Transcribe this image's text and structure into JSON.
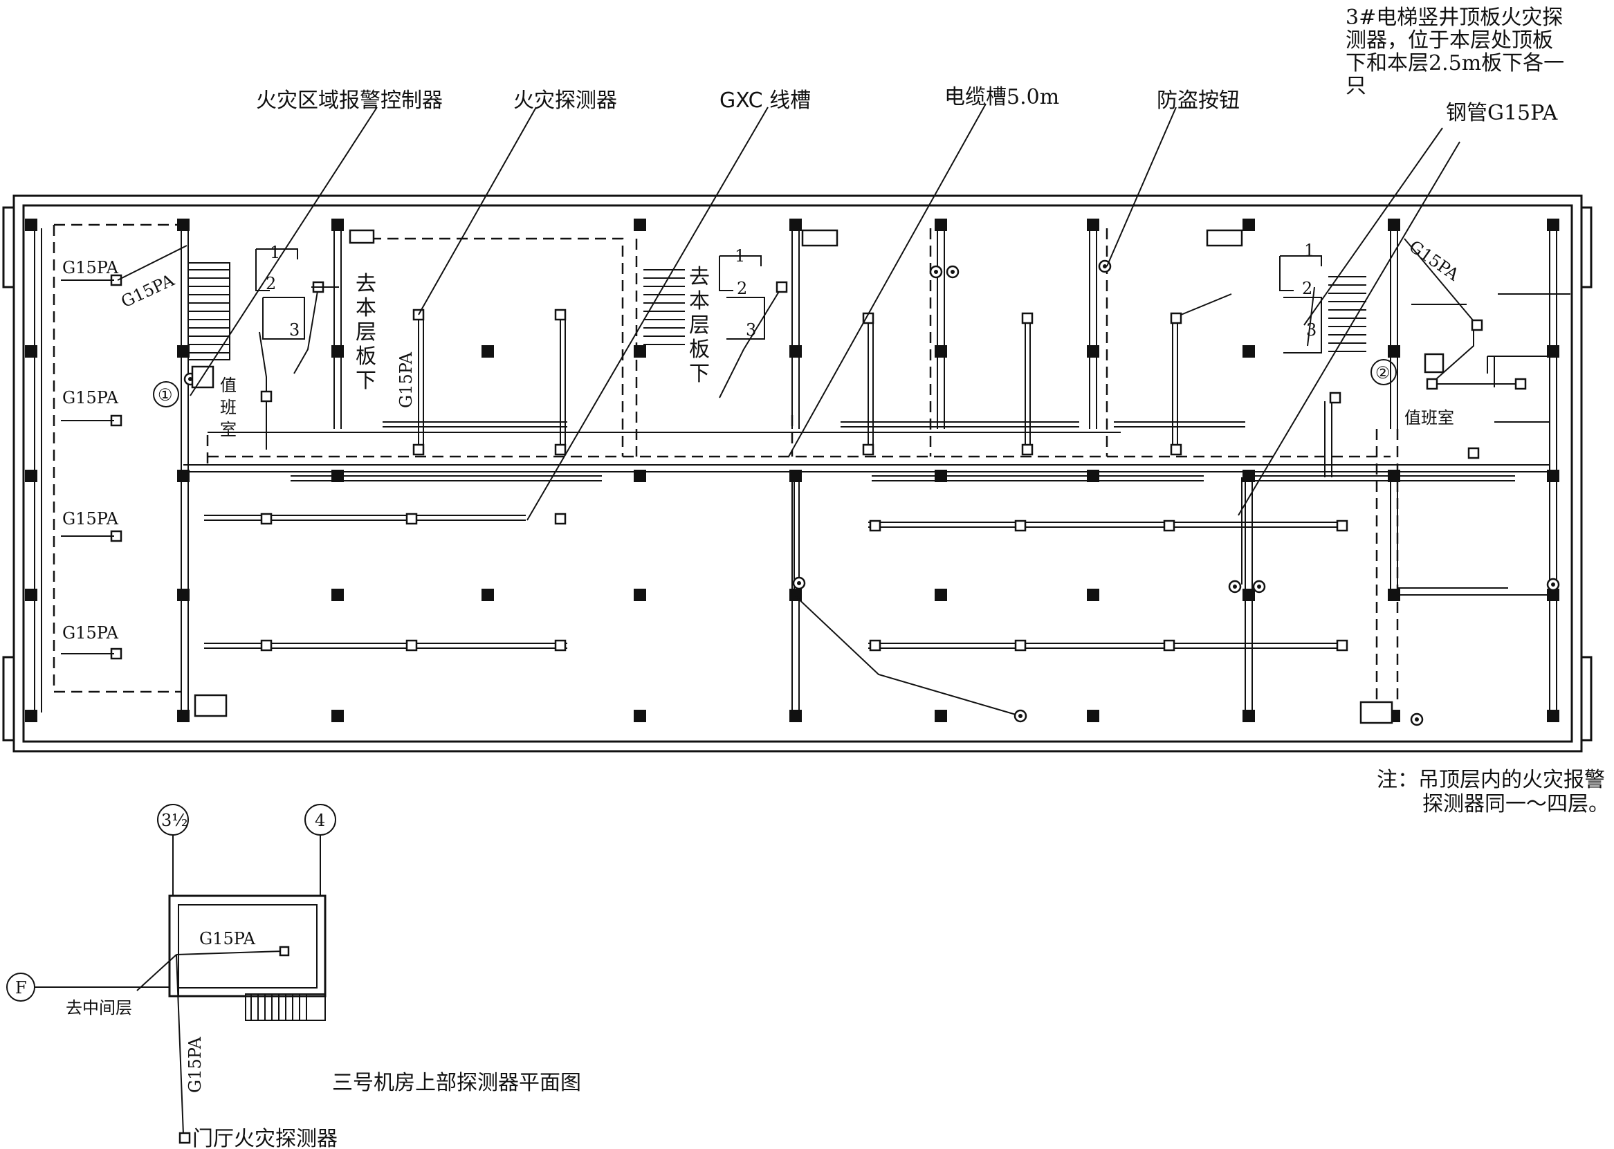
{
  "labels": {
    "fire_zone_controller": "火灾区域报警控制器",
    "fire_detector": "火灾探测器",
    "gxc_trough": "GXC 线槽",
    "cable_trough": "电缆槽5.0m",
    "anti_theft_button": "防盗按钮",
    "steel_pipe": "钢管G15PA",
    "elevator_note": [
      "3#电梯竖井顶板火灾探",
      "测器，位于本层处顶板",
      "下和本层2.5m板下各一",
      "只"
    ],
    "conduit": "G15PA",
    "to_floor_below": [
      "去",
      "本",
      "层",
      "板",
      "下"
    ],
    "duty_room": [
      "值",
      "班",
      "室"
    ],
    "duty_room_right": "值班室",
    "note": [
      "注：吊顶层内的火灾报警",
      "探测器同一～四层。"
    ],
    "stair_numbers": [
      "1",
      "2",
      "3"
    ],
    "axis_1": "①",
    "axis_2": "②",
    "axis_3_5": "3½",
    "axis_4": "4",
    "axis_f": "F",
    "to_mezzanine": "去中间层",
    "hall_detector": "门厅火灾探测器",
    "inset_title": "三号机房上部探测器平面图"
  }
}
